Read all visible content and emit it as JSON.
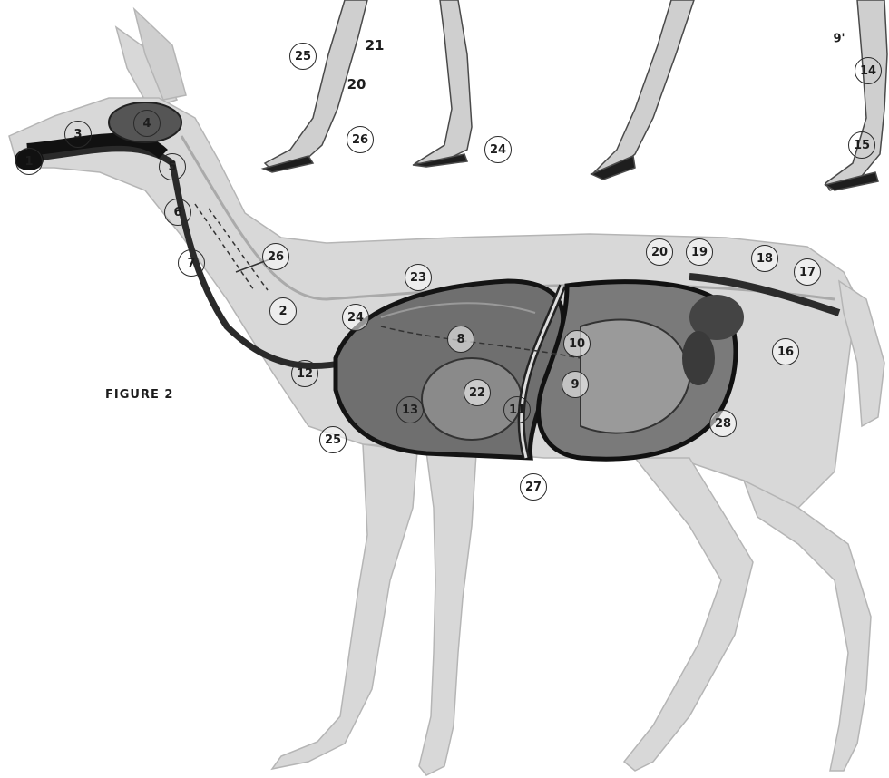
{
  "figure": {
    "title": "FIGURE 2"
  },
  "labels": {
    "l25_leg": "25",
    "l21": "21",
    "l20_leg": "20",
    "l26_leg": "26",
    "l24_hoof": "24",
    "l9_prime": "9'",
    "l14": "14",
    "l15": "15",
    "l3": "3",
    "l4": "4",
    "l5": "5",
    "l6": "6",
    "l7": "7",
    "l26": "26",
    "l2": "2",
    "l23": "23",
    "l24": "24",
    "l20": "20",
    "l19": "19",
    "l18": "18",
    "l17": "17",
    "l16": "16",
    "l8": "8",
    "l10": "10",
    "l9": "9",
    "l22": "22",
    "l11": "11",
    "l12": "12",
    "l13": "13",
    "l28": "28",
    "l27": "27",
    "l25": "25",
    "l1": "1"
  }
}
